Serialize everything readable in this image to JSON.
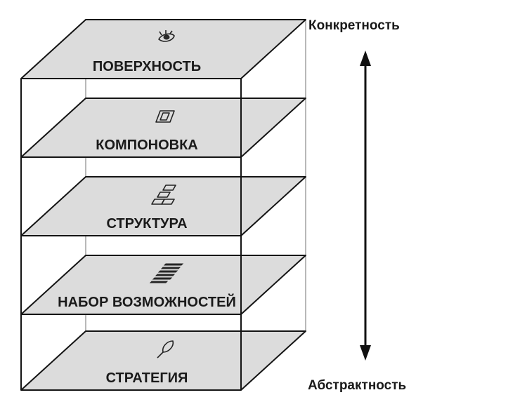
{
  "layers": [
    {
      "label": "ПОВЕРХНОСТЬ",
      "icon": "eye-icon"
    },
    {
      "label": "КОМПОНОВКА",
      "icon": "layout-frame-icon"
    },
    {
      "label": "СТРУКТУРА",
      "icon": "structure-blocks-icon"
    },
    {
      "label": "НАБОР ВОЗМОЖНОСТЕЙ",
      "icon": "feature-lines-icon"
    },
    {
      "label": "СТРАТЕГИЯ",
      "icon": "feather-icon"
    }
  ],
  "axis": {
    "top_label": "Конкретность",
    "bottom_label": "Абстрактность"
  }
}
